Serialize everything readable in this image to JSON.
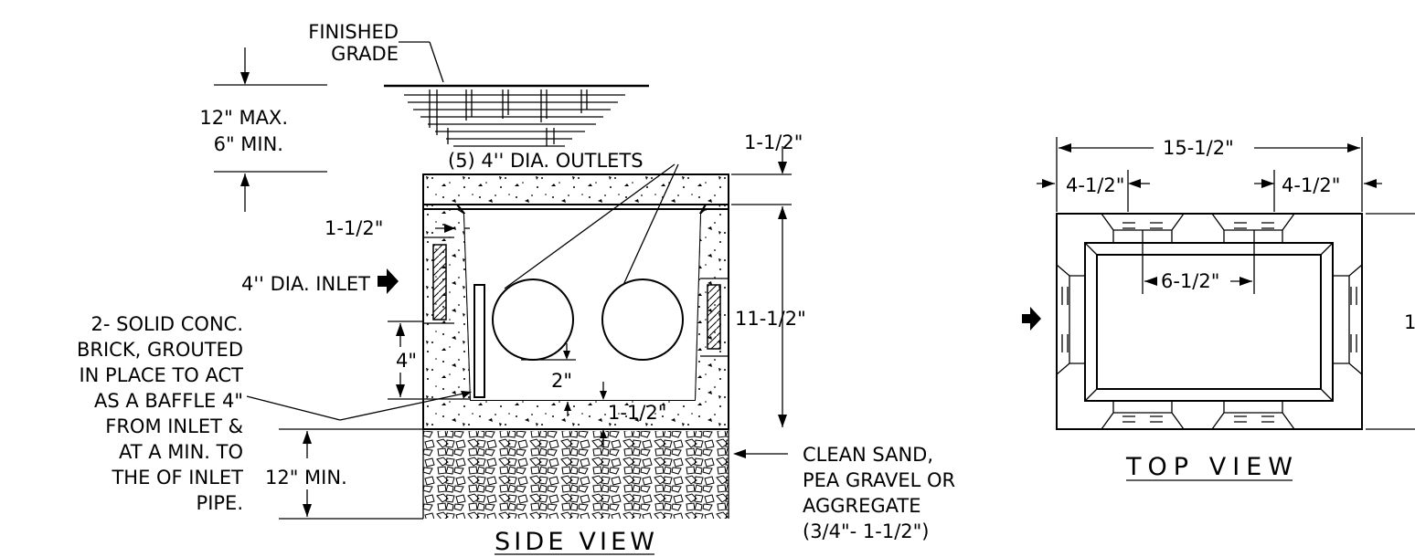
{
  "labels": {
    "finished_grade_1": "FINISHED",
    "finished_grade_2": "GRADE",
    "cover_max": "12\" MAX.",
    "cover_min": "6\" MIN.",
    "outlets": "(5) 4'' DIA. OUTLETS",
    "lid_thickness": "1-1/2\"",
    "wall_thickness": "1-1/2\"",
    "inlet": "4'' DIA. INLET",
    "baffle_height": "4\"",
    "interior_height": "11-1/2\"",
    "outlet_clearance": "2\"",
    "base_thickness": "1-1/2\"",
    "baffle_note": [
      "2- SOLID CONC.",
      "BRICK, GROUTED",
      "IN PLACE TO ACT",
      "AS A BAFFLE 4\"",
      "FROM INLET &",
      "AT A MIN. TO",
      "THE OF INLET",
      "PIPE."
    ],
    "base_depth": "12\" MIN.",
    "bedding_note": [
      "CLEAN SAND,",
      "PEA GRAVEL OR",
      "AGGREGATE",
      "(3/4\"- 1-1/2\")"
    ],
    "side_view": "SIDE VIEW",
    "overall_width": "15-1/2\"",
    "end_left": "4-1/2\"",
    "end_right": "4-1/2\"",
    "outlet_spacing": "6-1/2\"",
    "cut_height": "1",
    "top_view": "TOP VIEW"
  },
  "icons": {
    "inlet_arrow": "right-arrow-icon",
    "top_inlet_arrow": "right-arrow-icon"
  }
}
